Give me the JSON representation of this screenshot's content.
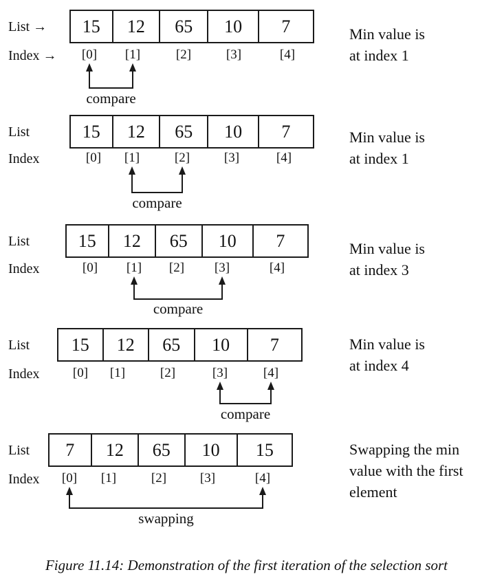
{
  "diagram": {
    "rows": [
      {
        "list_label": "List →",
        "index_label": "Index →",
        "values": [
          "15",
          "12",
          "65",
          "10",
          "7"
        ],
        "indices": [
          "[0]",
          "[1]",
          "[2]",
          "[3]",
          "[4]"
        ],
        "connector_label": "compare",
        "connects": [
          0,
          1
        ],
        "note": [
          "Min value is",
          "at index 1"
        ]
      },
      {
        "list_label": "List",
        "index_label": "Index",
        "values": [
          "15",
          "12",
          "65",
          "10",
          "7"
        ],
        "indices": [
          "[0]",
          "[1]",
          "[2]",
          "[3]",
          "[4]"
        ],
        "connector_label": "compare",
        "connects": [
          1,
          2
        ],
        "note": [
          "Min value is",
          "at index 1"
        ]
      },
      {
        "list_label": "List",
        "index_label": "Index",
        "values": [
          "15",
          "12",
          "65",
          "10",
          "7"
        ],
        "indices": [
          "[0]",
          "[1]",
          "[2]",
          "[3]",
          "[4]"
        ],
        "connector_label": "compare",
        "connects": [
          1,
          3
        ],
        "note": [
          "Min value is",
          "at index 3"
        ]
      },
      {
        "list_label": "List",
        "index_label": "Index",
        "values": [
          "15",
          "12",
          "65",
          "10",
          "7"
        ],
        "indices": [
          "[0]",
          "[1]",
          "[2]",
          "[3]",
          "[4]"
        ],
        "connector_label": "compare",
        "connects": [
          3,
          4
        ],
        "note": [
          "Min value is",
          "at index 4"
        ]
      },
      {
        "list_label": "List",
        "index_label": "Index",
        "values": [
          "7",
          "12",
          "65",
          "10",
          "15"
        ],
        "indices": [
          "[0]",
          "[1]",
          "[2]",
          "[3]",
          "[4]"
        ],
        "connector_label": "swapping",
        "connects": [
          0,
          4
        ],
        "note": [
          "Swapping the min",
          "value with the first",
          "element"
        ]
      }
    ],
    "caption": "Figure 11.14: Demonstration of the first iteration of the selection sort"
  }
}
